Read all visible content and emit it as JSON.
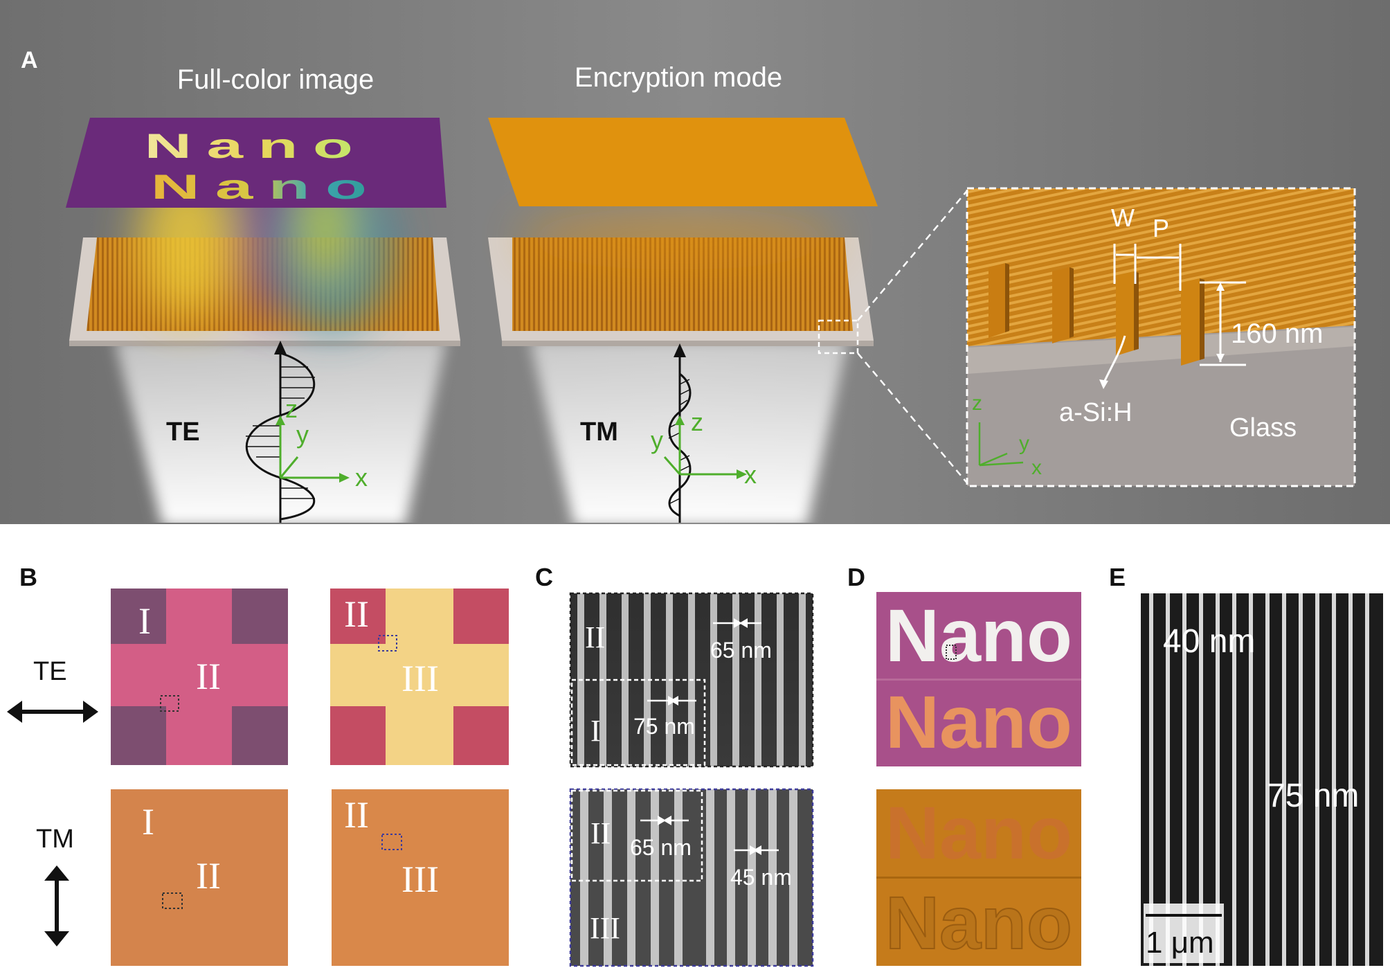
{
  "panel_a": {
    "label": "A",
    "left_title": "Full-color image",
    "right_title": "Encryption mode",
    "nano_word": "Nano",
    "te_label": "TE",
    "tm_label": "TM",
    "axis_x": "x",
    "axis_y": "y",
    "axis_z": "z",
    "inset": {
      "w": "W",
      "p": "P",
      "height": "160 nm",
      "material": "a-Si:H",
      "substrate": "Glass"
    }
  },
  "panel_b": {
    "label": "B",
    "te": "TE",
    "tm": "TM",
    "r1": "I",
    "r2": "II",
    "r3": "III"
  },
  "panel_c": {
    "label": "C",
    "top": {
      "outer": "II",
      "outer_gap": "65 nm",
      "inner": "I",
      "inner_gap": "75 nm"
    },
    "bottom": {
      "inner": "II",
      "inner_gap": "65 nm",
      "outer": "III",
      "outer_gap": "45 nm"
    }
  },
  "panel_d": {
    "label": "D",
    "word": "Nano"
  },
  "panel_e": {
    "label": "E",
    "top_gap": "40 nm",
    "bottom_gap": "75 nm",
    "scale": "1 μm"
  },
  "colors": {
    "background_a": "#7f7f7f",
    "gold": "#e0920e",
    "magenta": "#cf5f86",
    "yellow": "#f3d386",
    "axis_green": "#4fae2c"
  }
}
